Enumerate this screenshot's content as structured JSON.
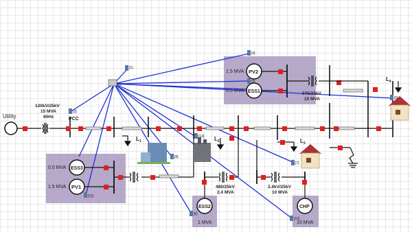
{
  "diagram": {
    "colors": {
      "bus": "#111111",
      "link": "#1f2fd6",
      "node": "#e02020",
      "panel": "#a99ac0",
      "line_fill": "#cfcfcf"
    },
    "labels": {
      "utility": "Utility",
      "tx_main": [
        "120kV/25kV",
        "15 MVA",
        "60Hz"
      ],
      "pcc": "PCC",
      "pv2_rating": "1.5 MVA",
      "pv2": "PV2",
      "ess1_rating": "0.5 MVA",
      "ess1": "ESS1",
      "tx_pv2": [
        "575/25kV",
        "10 MVA"
      ],
      "load4": "L",
      "load4_sub": "4",
      "load1": "L",
      "load1_sub": "1",
      "load2": "L",
      "load2_sub": "2",
      "load3": "L",
      "load3_sub": "3",
      "ess3_rating": "0.5 MVA",
      "ess3": "ESS3",
      "pv1_rating": "1.5 MVA",
      "pv1": "PV1",
      "tx_ess2": [
        "480/25kV",
        "2.4 MVA"
      ],
      "tx_chp": [
        "2.4kV/25kV",
        "10 MVA"
      ],
      "ess2": "ESS2",
      "ess2_rating": "1 MVA",
      "chp": "CHP",
      "chp_rating": "10 MVA"
    },
    "agent_tags": [
      "[1]",
      "[2]",
      "[3]",
      "[4]",
      "[5]",
      "[6]",
      "[7]",
      "[8]",
      "[9]",
      "[10]",
      "[11]",
      "[13]"
    ]
  }
}
